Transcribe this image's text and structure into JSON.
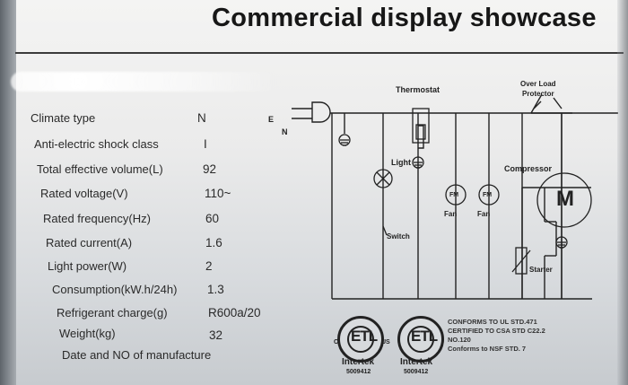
{
  "header": {
    "title": "Commercial display showcase"
  },
  "specs": {
    "rows": [
      {
        "label": "Climate type",
        "value": "N"
      },
      {
        "label": "Anti-electric shock class",
        "value": "I"
      },
      {
        "label": "Total effective volume(L)",
        "value": "92"
      },
      {
        "label": "Rated voltage(V)",
        "value": "110~"
      },
      {
        "label": "Rated frequency(Hz)",
        "value": "60"
      },
      {
        "label": "Rated current(A)",
        "value": "1.6"
      },
      {
        "label": "Light power(W)",
        "value": "2"
      },
      {
        "label": "Consumption(kW.h/24h)",
        "value": "1.3"
      },
      {
        "label": "Refrigerant charge(g)",
        "value": "R600a/20"
      },
      {
        "label": "Weight(kg)",
        "value": "32"
      },
      {
        "label": "Date and NO of manufacture",
        "value": ""
      }
    ]
  },
  "diagram": {
    "labels": {
      "e": "E",
      "n": "N",
      "thermostat": "Thermostat",
      "overload_line1": "Over Load",
      "overload_line2": "Protector",
      "light": "Light",
      "compressor": "Compressor",
      "switch": "Switch",
      "fan1": "Fan",
      "fan2": "Fan",
      "fm1": "FM",
      "fm2": "FM",
      "motor": "M",
      "starter": "Starter"
    }
  },
  "certifications": {
    "logo_mark": "ETL",
    "left": {
      "name": "Intertek",
      "code": "5009412",
      "left_mark": "C",
      "right_mark": "US"
    },
    "right": {
      "name": "Intertek",
      "code": "5009412"
    },
    "compliance_lines": [
      "CONFORMS TO UL STD.471",
      "CERTIFIED TO CSA STD C22.2",
      "NO.120",
      "Conforms to NSF STD. 7"
    ]
  }
}
